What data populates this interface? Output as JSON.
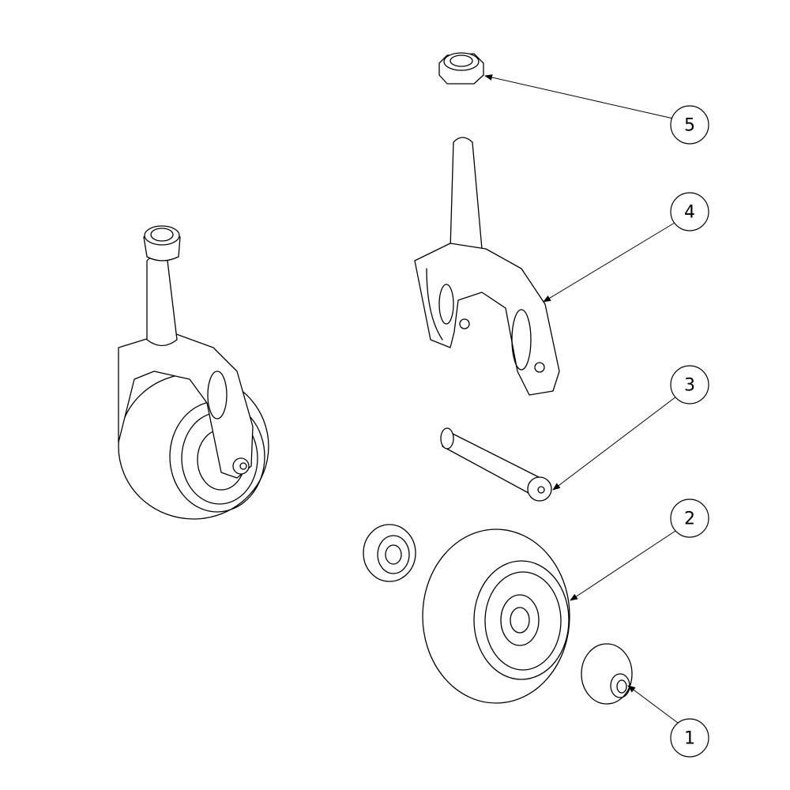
{
  "diagram": {
    "type": "exploded-assembly",
    "balloons": [
      {
        "label": "1",
        "part": "bearing-cap"
      },
      {
        "label": "2",
        "part": "wheel"
      },
      {
        "label": "3",
        "part": "axle-bolt"
      },
      {
        "label": "4",
        "part": "fork-with-stem"
      },
      {
        "label": "5",
        "part": "lock-nut"
      }
    ]
  }
}
